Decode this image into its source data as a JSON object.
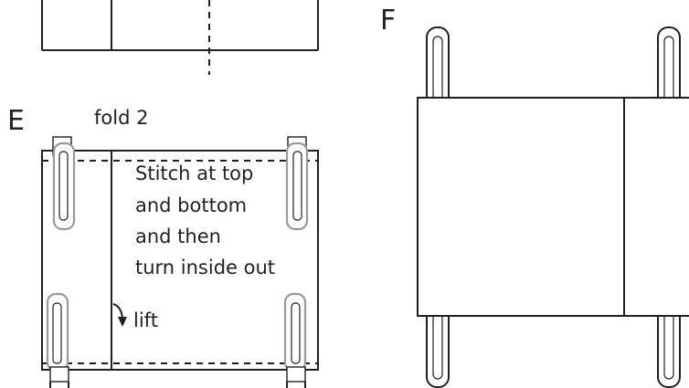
{
  "panels": {
    "top": {
      "label": ""
    },
    "e": {
      "label": "E",
      "fold_note": "fold 2",
      "instruction_lines": [
        "Stitch at top",
        "and bottom",
        "and then",
        "turn inside out"
      ],
      "lift_note": "lift"
    },
    "f": {
      "label": "F"
    }
  },
  "colors": {
    "ink": "#231f20",
    "rod_outline": "#9a9a9a",
    "background": "#ffffff"
  }
}
